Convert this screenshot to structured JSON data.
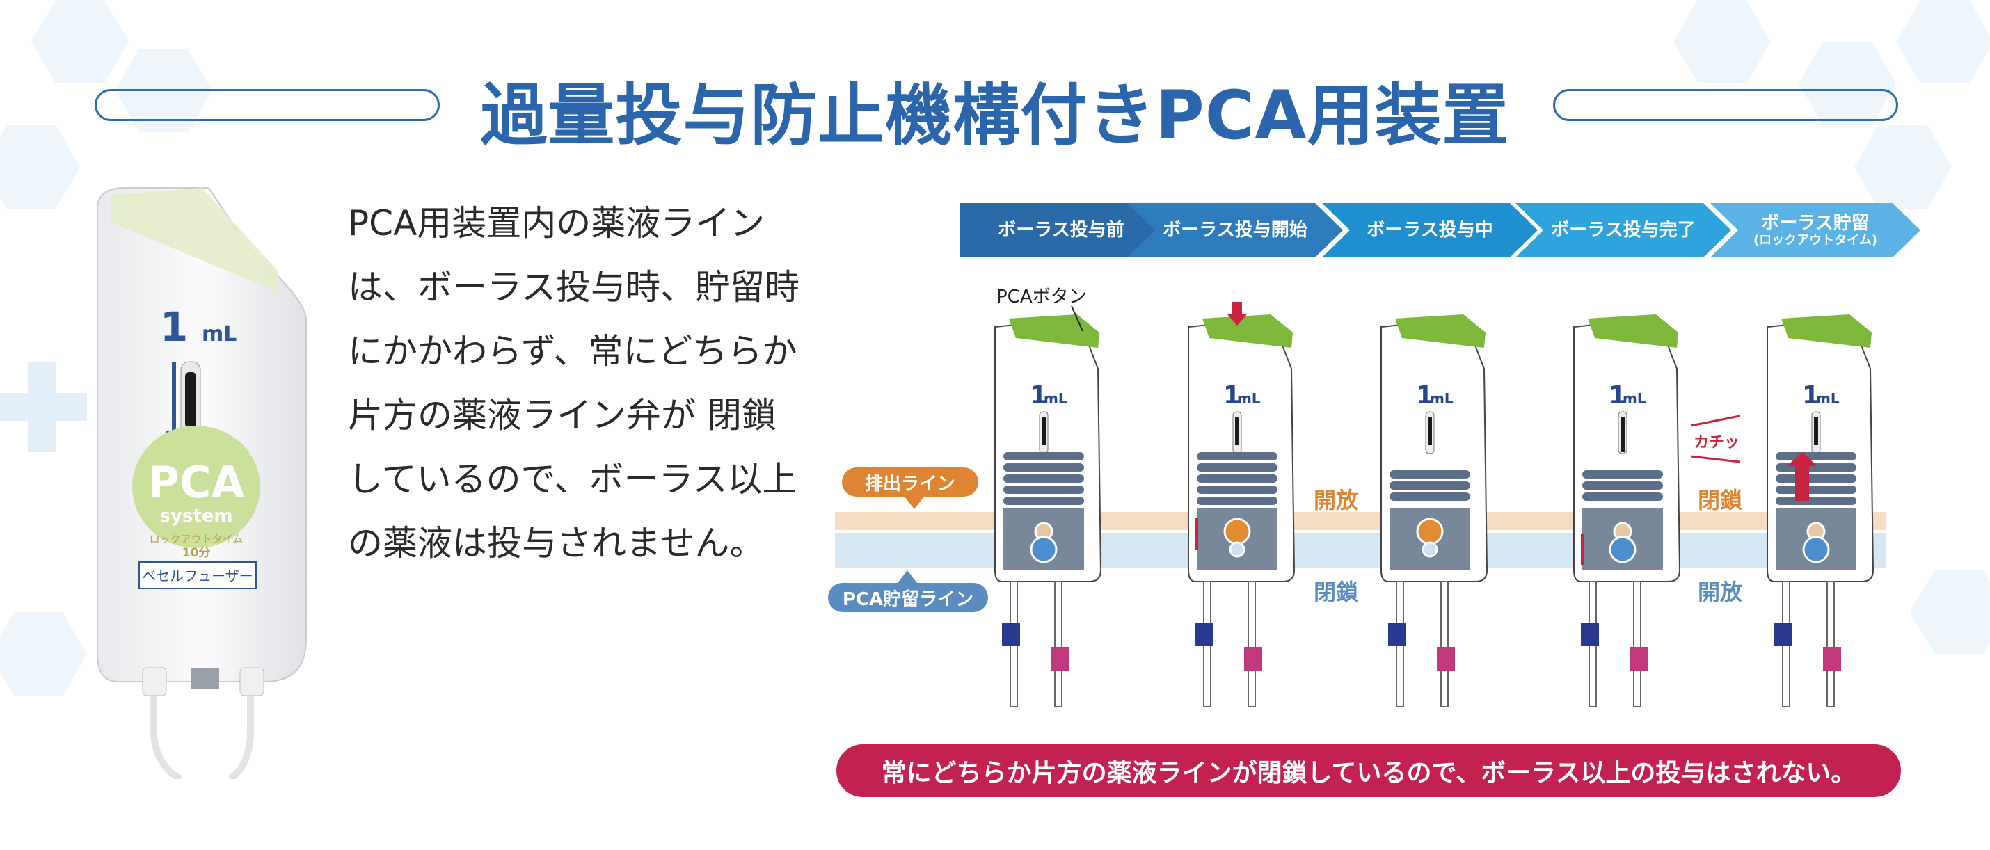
{
  "title": "過量投与防止機構付きPCA用装置",
  "description": [
    "PCA用装置内の薬液ライン",
    "は、ボーラス投与時、貯留時",
    "にかかわらず、常にどちらか",
    "片方の薬液ライン弁が 閉鎖",
    "しているので、ボーラス以上",
    "の薬液は投与されません。"
  ],
  "device": {
    "volume": "1",
    "volume_unit": "mL",
    "logo_main": "PCA",
    "logo_sub": "system",
    "lockout_text": "ロックアウトタイム",
    "lockout_value": "10分",
    "brand": "ベセルフューザー"
  },
  "steps": [
    {
      "label": "ボーラス投与前",
      "sub": ""
    },
    {
      "label": "ボーラス投与開始",
      "sub": ""
    },
    {
      "label": "ボーラス投与中",
      "sub": ""
    },
    {
      "label": "ボーラス投与完了",
      "sub": ""
    },
    {
      "label": "ボーラス貯留",
      "sub": "(ロックアウトタイム)"
    }
  ],
  "diagram": {
    "pca_button_label": "PCAボタン",
    "discharge_line_label": "排出ライン",
    "reservoir_line_label": "PCA貯留ライン",
    "state_open": "開放",
    "state_closed": "閉鎖",
    "click_label": "カチッ",
    "unit_volume": "1",
    "unit_volume_unit": "mL",
    "colors": {
      "discharge_line": "#f6dcc3",
      "reservoir_line": "#cfe1f1",
      "button": "#7db83a",
      "arrow_red": "#c8233f",
      "connector_blue": "#2a3b8f",
      "connector_pink": "#c2387c"
    }
  },
  "footer": "常にどちらか片方の薬液ラインが閉鎖しているので、ボーラス以上の投与はされない。"
}
